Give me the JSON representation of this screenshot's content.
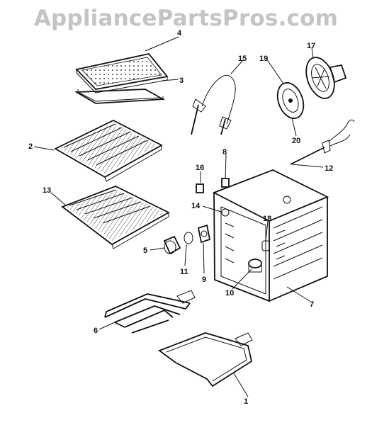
{
  "watermark": "AppliancePartsPros.com",
  "callouts": [
    "4",
    "3",
    "15",
    "19",
    "17",
    "2",
    "16",
    "8",
    "20",
    "12",
    "13",
    "14",
    "18",
    "5",
    "11",
    "9",
    "10",
    "7",
    "6",
    "1"
  ]
}
